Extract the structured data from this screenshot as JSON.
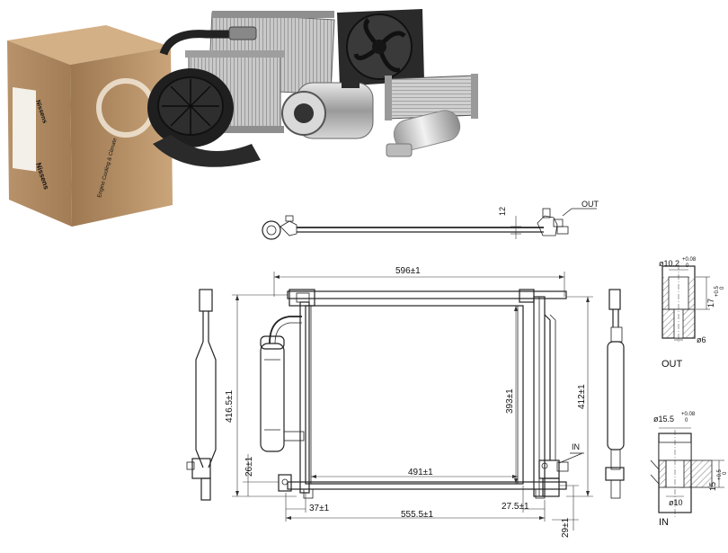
{
  "product_photo": {
    "box_brand": "Nissens",
    "box_tagline": "Engine Cooling & Climate"
  },
  "top_view": {
    "height_label": "12",
    "out_label": "OUT"
  },
  "main_view": {
    "width_top": "596±1",
    "height_left": "416.5±1",
    "core_height": "393±1",
    "height_right": "412±1",
    "core_width": "491±1",
    "offset_left": "37±1",
    "offset_bottom": "26±1",
    "bottom_width": "555.5±1",
    "offset_right": "27.5±1",
    "offset_right_v": "29±1",
    "in_label": "IN"
  },
  "out_detail": {
    "diameter": "ø10.2",
    "dia_tol": "+0.08",
    "dia_tol2": "0",
    "depth": "17",
    "depth_tol": "+0.5",
    "depth_tol2": "0",
    "small_dia": "ø6",
    "label": "OUT"
  },
  "in_detail": {
    "diameter": "ø15.5",
    "dia_tol": "+0.08",
    "dia_tol2": "0",
    "depth": "15",
    "depth_tol": "+0.5",
    "depth_tol2": "0",
    "small_dia": "ø10",
    "label": "IN"
  }
}
